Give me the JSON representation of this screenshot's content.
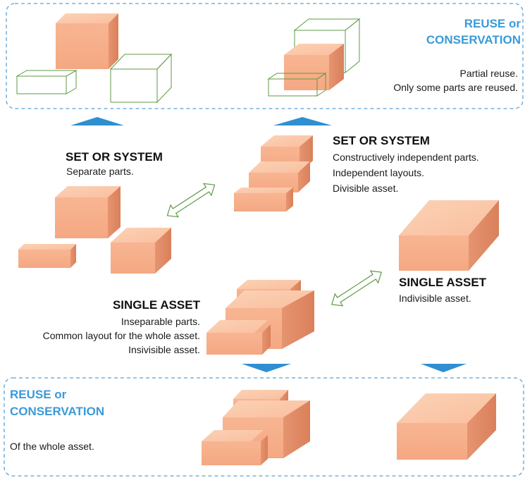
{
  "top_box": {
    "title_line1": "REUSE or",
    "title_line2": "CONSERVATION",
    "desc_line1": "Partial reuse.",
    "desc_line2": "Only some parts are reused."
  },
  "set_left": {
    "title": "SET OR SYSTEM",
    "desc": "Separate parts."
  },
  "set_right": {
    "title": "SET OR SYSTEM",
    "desc_line1": "Constructively independent parts.",
    "desc_line2": "Independent layouts.",
    "desc_line3": "Divisible asset."
  },
  "single_right": {
    "title": "SINGLE ASSET",
    "desc": "Indivisible asset."
  },
  "single_left": {
    "title": "SINGLE ASSET",
    "desc_line1": "Inseparable parts.",
    "desc_line2": "Common layout for the whole asset.",
    "desc_line3": "Insivisible asset."
  },
  "bottom_box": {
    "title_line1": "REUSE or",
    "title_line2": "CONSERVATION",
    "desc": "Of the whole asset."
  },
  "colors": {
    "box_front": "#f7b08c",
    "box_top": "#fbc8aa",
    "box_side": "#e08a62",
    "outline_green": "#4f8a3a",
    "accent_blue": "#3a9ad9",
    "dashed_border": "#5aa0d8"
  }
}
